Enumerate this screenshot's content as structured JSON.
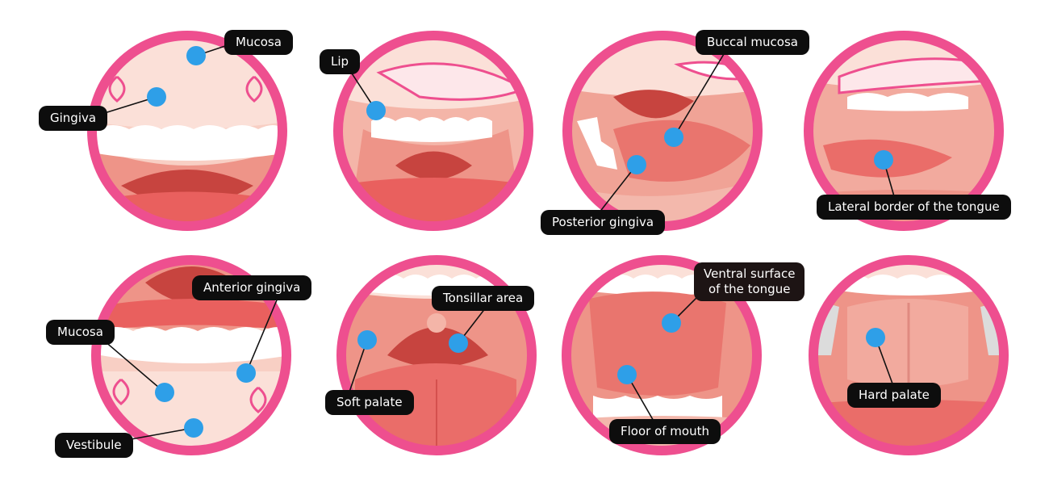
{
  "panels": [
    {
      "id": "upper-lip-view",
      "labels": [
        "Mucosa",
        "Gingiva"
      ]
    },
    {
      "id": "lip-view",
      "labels": [
        "Lip"
      ]
    },
    {
      "id": "cheek-view",
      "labels": [
        "Buccal mucosa",
        "Posterior gingiva"
      ]
    },
    {
      "id": "tongue-side-view",
      "labels": [
        "Lateral border of the tongue"
      ]
    },
    {
      "id": "lower-lip-view",
      "labels": [
        "Anterior gingiva",
        "Mucosa",
        "Vestibule"
      ]
    },
    {
      "id": "throat-view",
      "labels": [
        "Tonsillar area",
        "Soft palate"
      ]
    },
    {
      "id": "tongue-up-view",
      "labels": [
        "Ventral surface\nof the tongue",
        "Floor of mouth"
      ]
    },
    {
      "id": "palate-view",
      "labels": [
        "Hard palate"
      ]
    }
  ],
  "colors": {
    "ring": "#ee4f8f",
    "marker": "#2e9fe8",
    "label_bg": "#0d0d0d",
    "label_text": "#ffffff",
    "tissue_light": "#f6c2b6",
    "tissue_mid": "#ee9488",
    "tissue_dark": "#c7443f",
    "tongue": "#ea6d69",
    "teeth": "#ffffff"
  }
}
